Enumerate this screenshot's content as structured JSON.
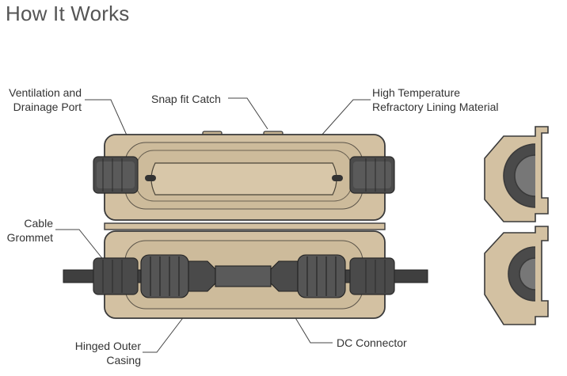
{
  "title": "How It Works",
  "labels": {
    "ventilation": "Ventilation and\nDrainage Port",
    "snap_fit": "Snap fit Catch",
    "high_temp": "High Temperature\nRefractory Lining Material",
    "cable_grommet": "Cable\nGrommet",
    "hinged_outer": "Hinged Outer\nCasing",
    "dc_connector": "DC Connector"
  },
  "colors": {
    "casing": "#d3c1a2",
    "casing_dark": "#b9a685",
    "outline": "#3a3a3a",
    "grommet": "#4a4a4a",
    "cable": "#3f3f3f"
  }
}
